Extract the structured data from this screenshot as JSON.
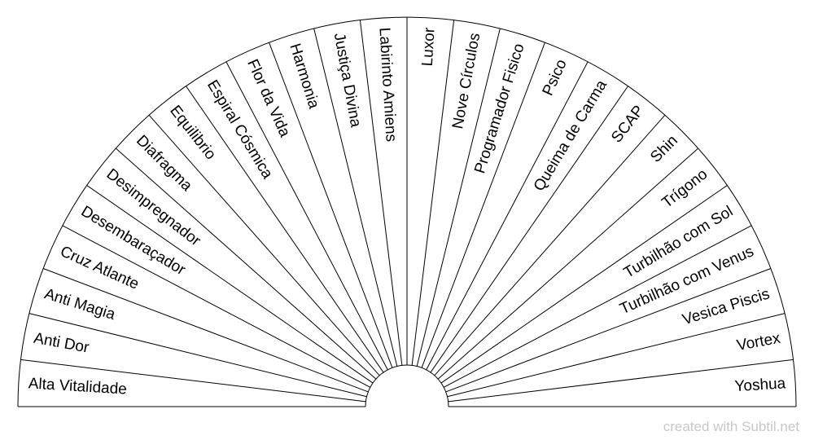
{
  "chart": {
    "labels": [
      "Alta Vitalidade",
      "Anti Dor",
      "Anti Magia",
      "Cruz Atlante",
      "Desembaraçador",
      "Desimpregnador",
      "Diafragma",
      "Equilibrio",
      "Espiral Cósmica",
      "Flor da Vida",
      "Harmonia",
      "Justiça Divina",
      "Labirinto Amiens",
      "Luxor",
      "Nove Círculos",
      "Programador Fisico",
      "Psico",
      "Queima de Carma",
      "SCAP",
      "Shin",
      "Trígono",
      "Turbilhão com Sol",
      "Turbilhão com Venus",
      "Vesica Piscis",
      "Vortex",
      "Yoshua"
    ]
  },
  "footer": {
    "credit": "created with Subtil.net"
  },
  "colors": {
    "line": "#000000",
    "text": "#000000",
    "credit": "#c8c8c8"
  }
}
